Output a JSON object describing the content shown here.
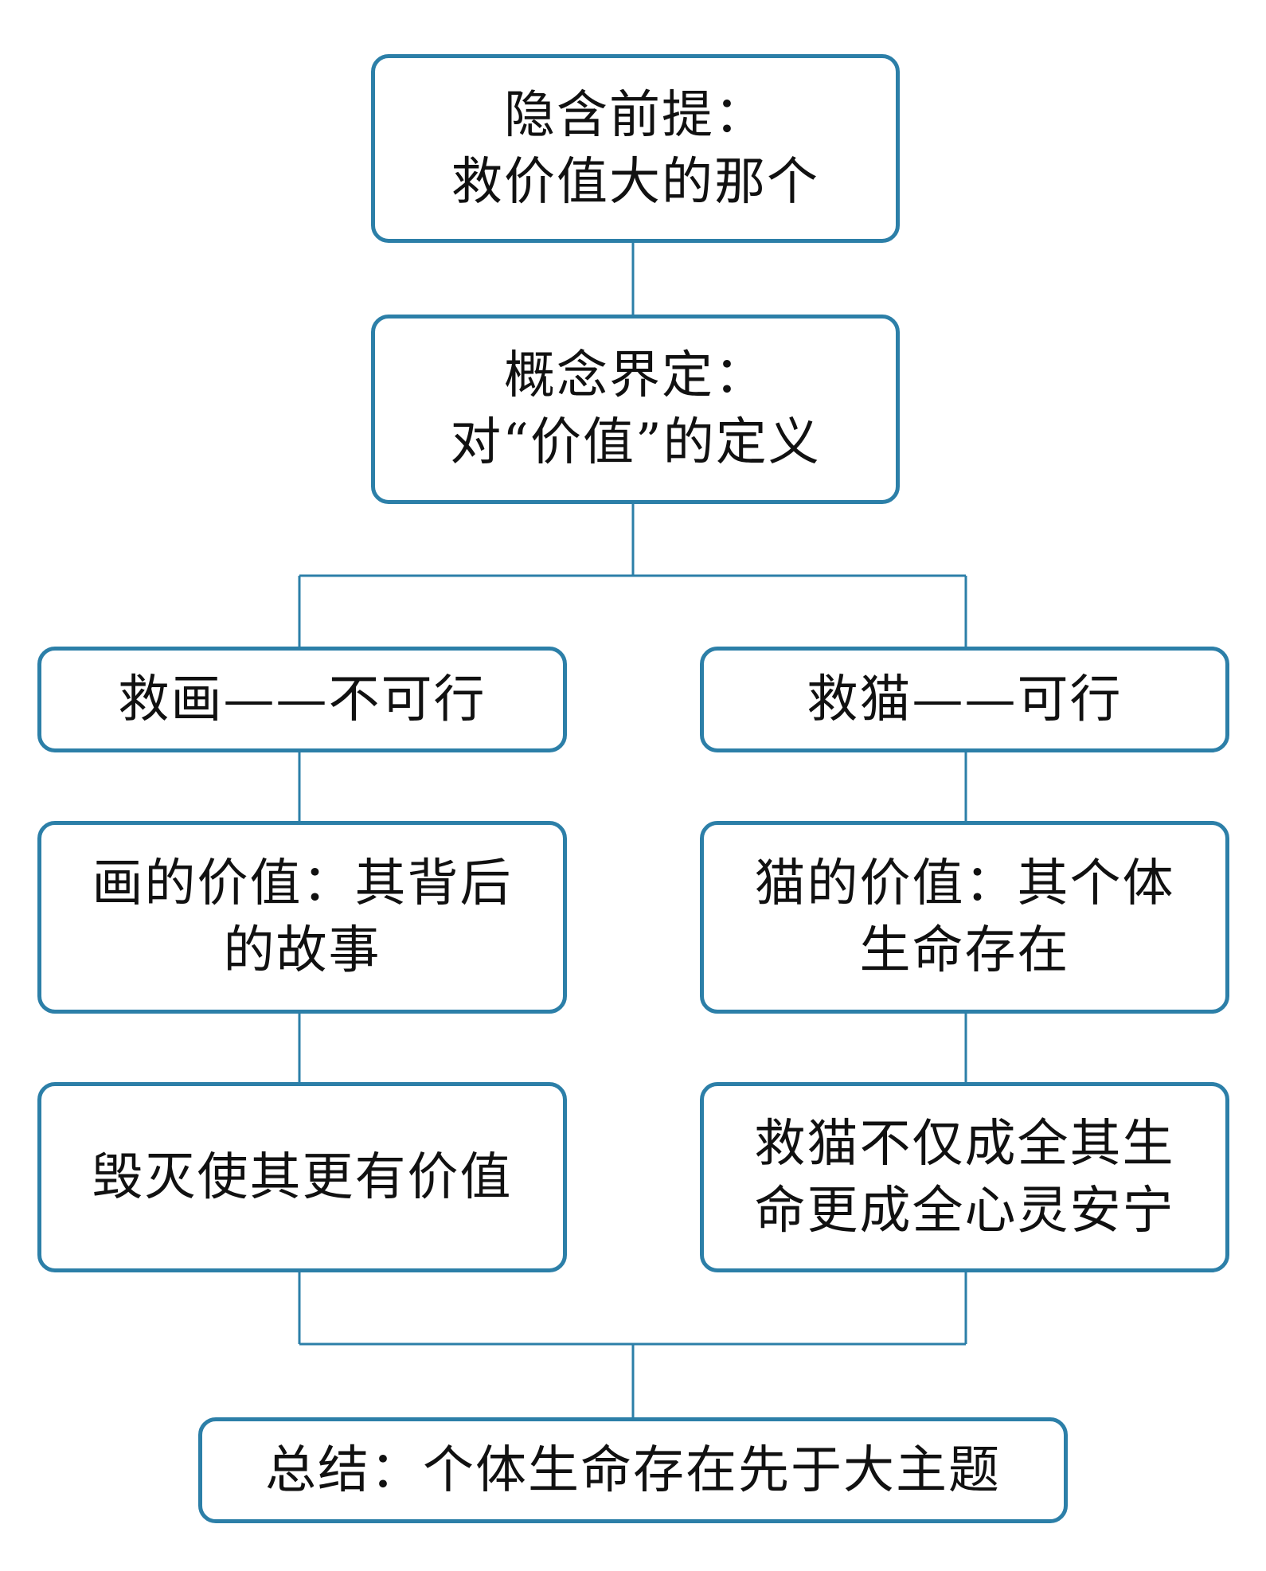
{
  "colors": {
    "box_border": "#2c7fa8",
    "connector": "#2c7fa8",
    "text": "#111111",
    "background": "#ffffff"
  },
  "flowchart": {
    "premise": {
      "line1": "隐含前提：",
      "line2": "救价值大的那个"
    },
    "definition": {
      "line1": "概念界定：",
      "line2": "对“价值”的定义"
    },
    "left_branch": {
      "verdict": "救画——不可行",
      "value_line1": "画的价值：其背后",
      "value_line2": "的故事",
      "consequence": "毁灭使其更有价值"
    },
    "right_branch": {
      "verdict": "救猫——可行",
      "value_line1": "猫的价值：其个体",
      "value_line2": "生命存在",
      "consequence_line1": "救猫不仅成全其生",
      "consequence_line2": "命更成全心灵安宁"
    },
    "conclusion": "总结：个体生命存在先于大主题"
  }
}
